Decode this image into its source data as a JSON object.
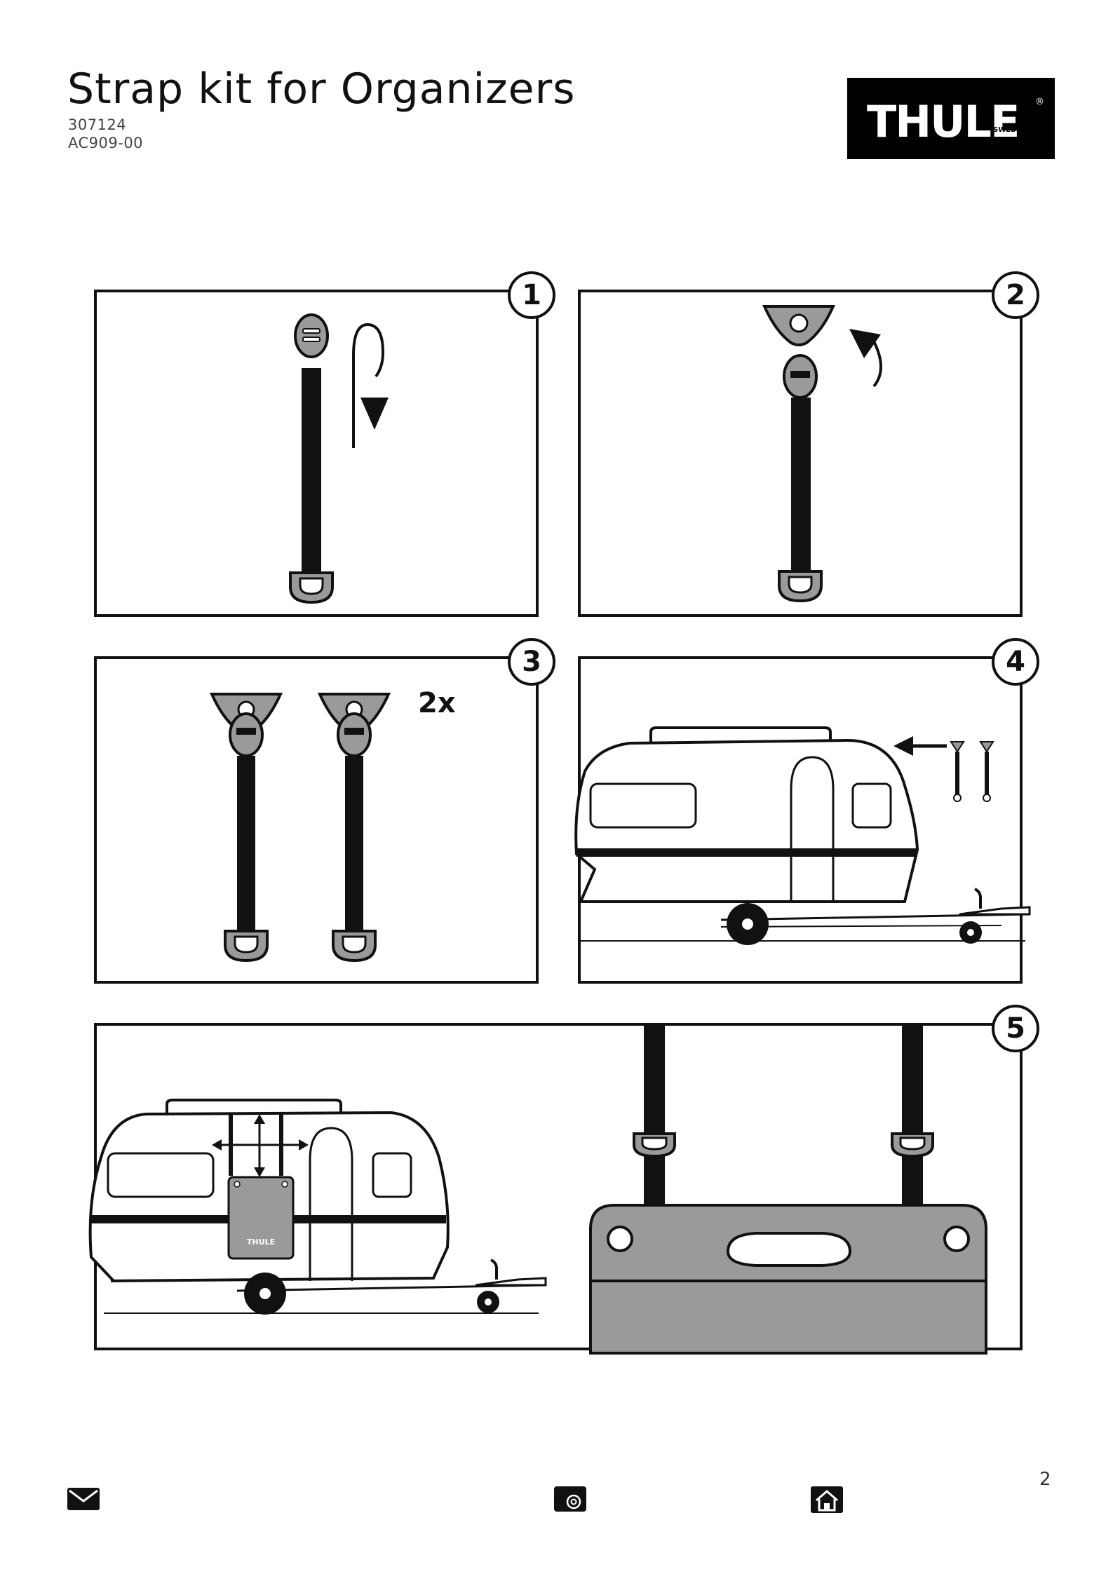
{
  "header": {
    "title": "Strap kit for Organizers",
    "code1": "307124",
    "code2": "AC909-00"
  },
  "logo": {
    "brand": "THULE",
    "sub": "SWEDEN",
    "mark": "®"
  },
  "steps": [
    {
      "label": "1"
    },
    {
      "label": "2"
    },
    {
      "label": "3",
      "note": "2x"
    },
    {
      "label": "4"
    },
    {
      "label": "5"
    }
  ],
  "organizer_brand": "THULE",
  "footer": {
    "page_number": "2",
    "icons": [
      "mail-icon",
      "email-at-icon",
      "home-icon"
    ]
  },
  "colors": {
    "ink": "#111111",
    "gray": "#9a9a9a",
    "paper": "#ffffff"
  }
}
